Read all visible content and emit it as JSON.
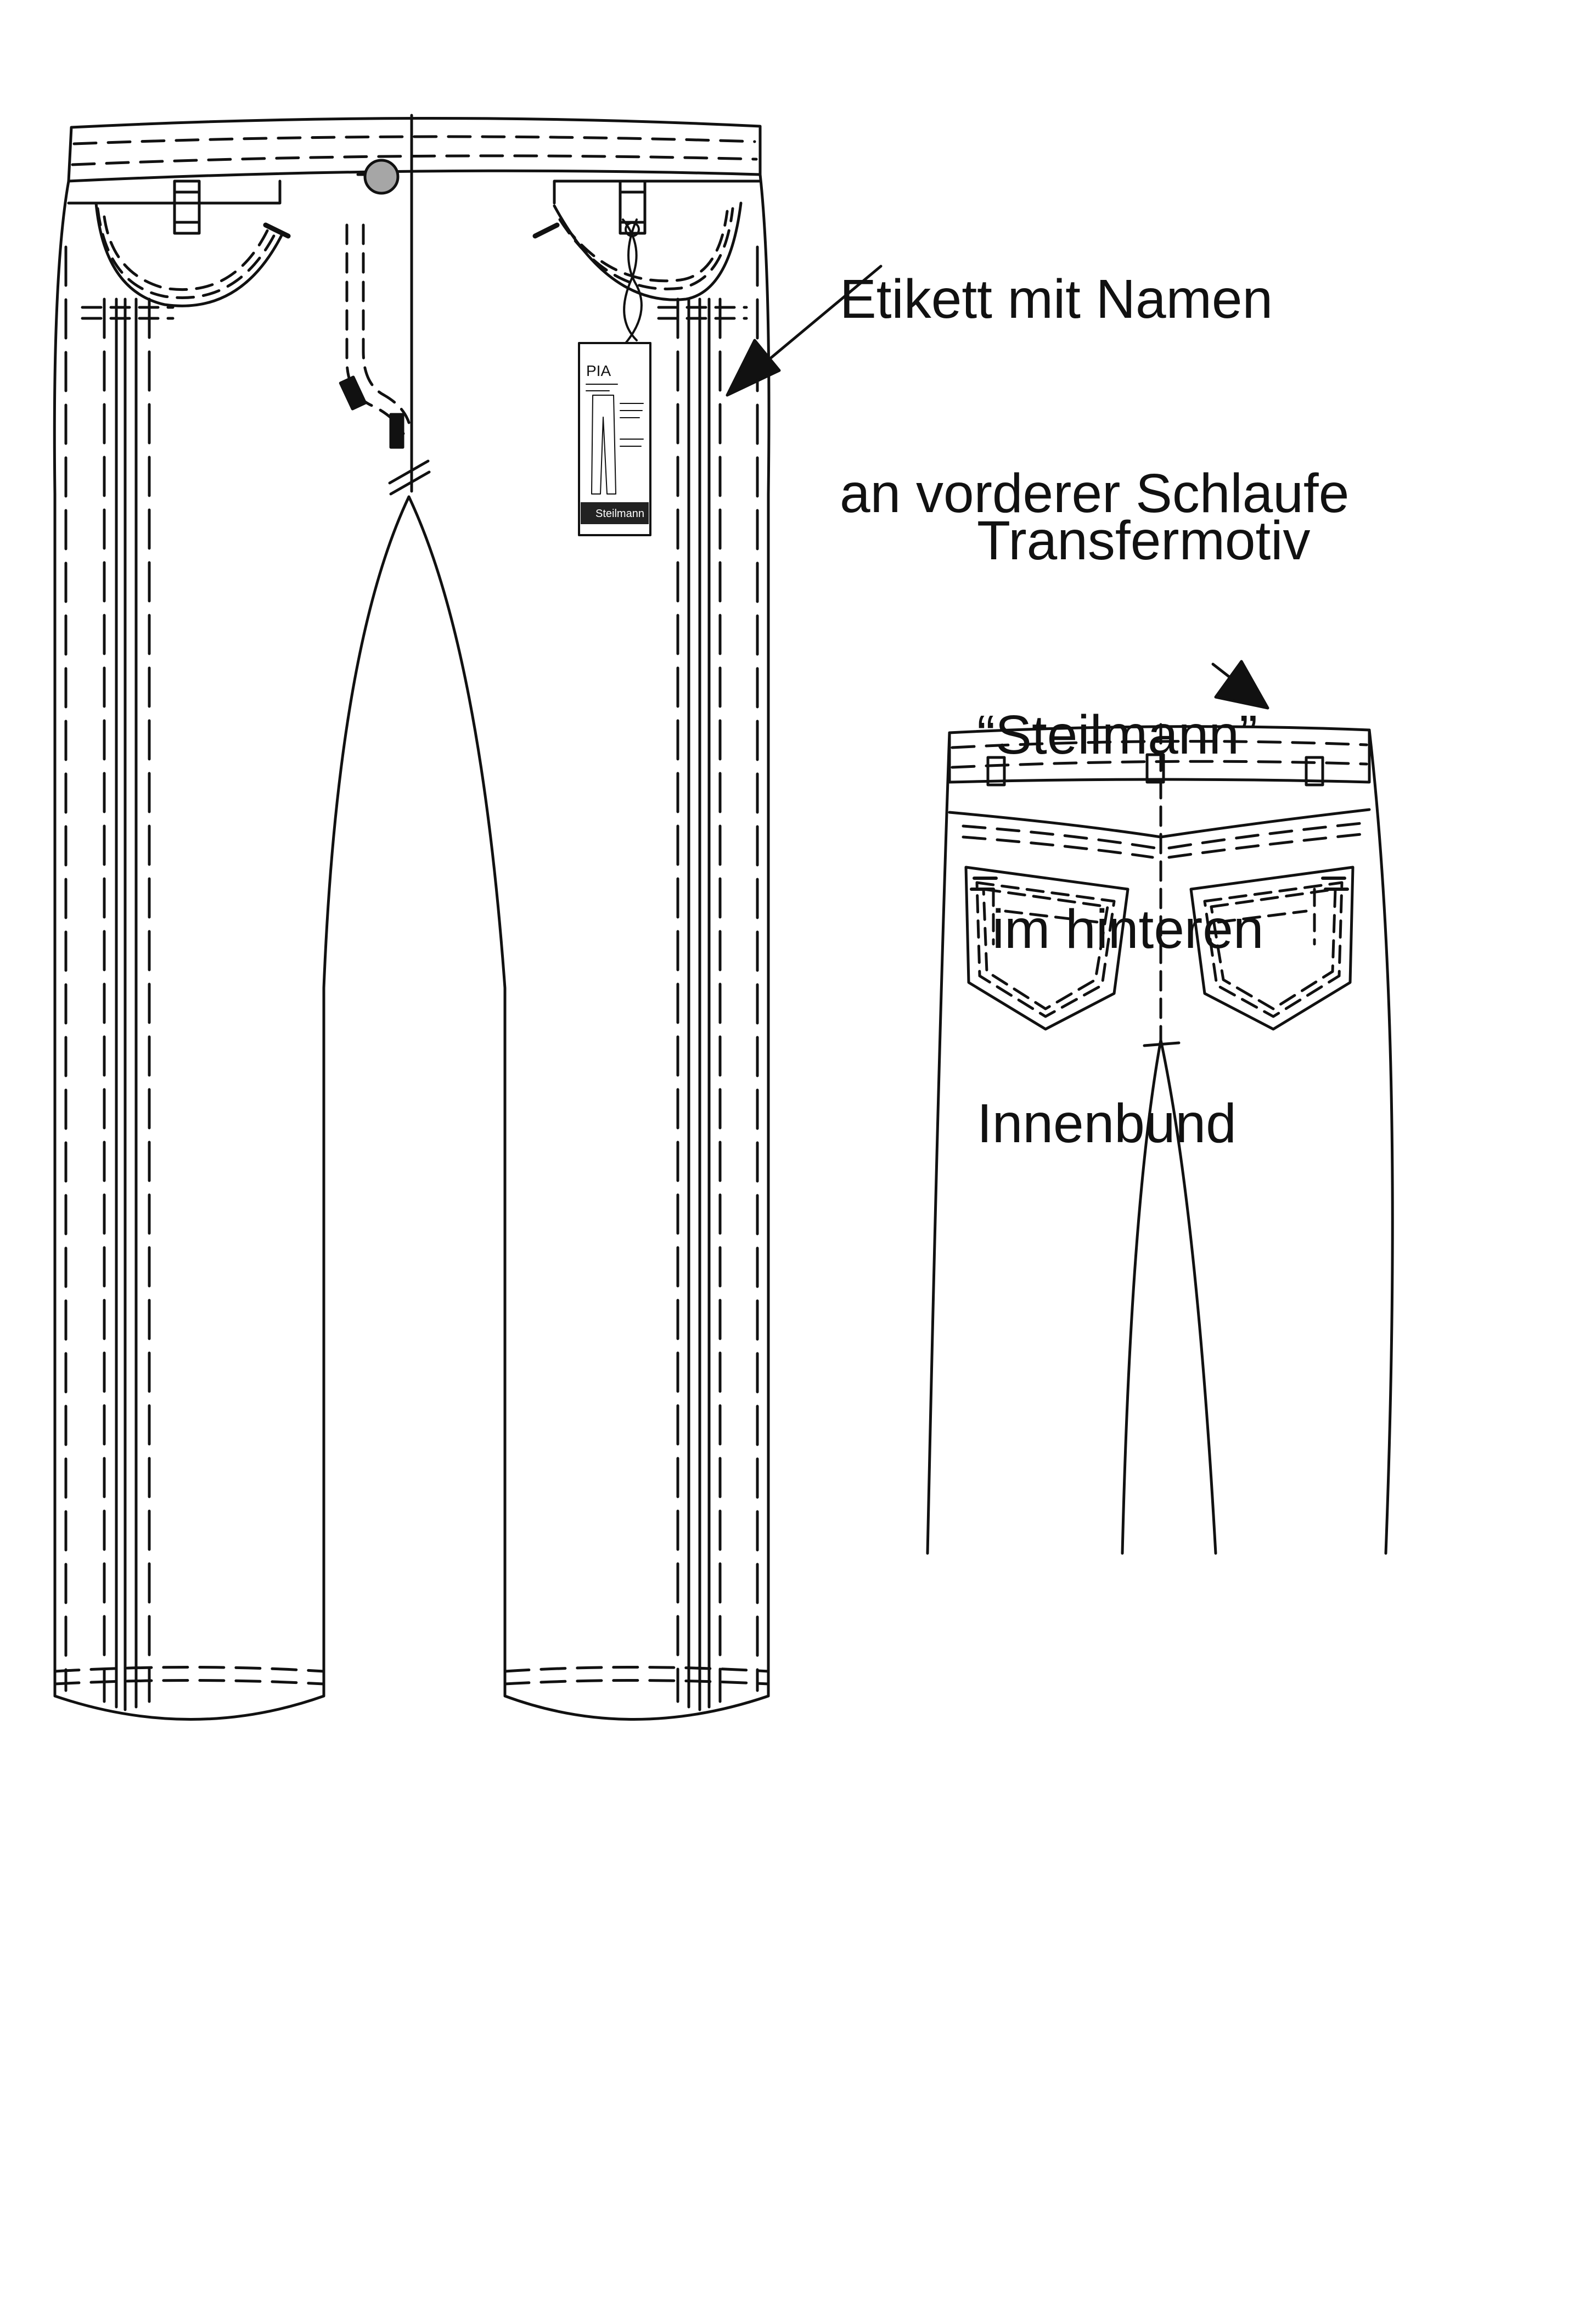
{
  "annotations": {
    "label_note": {
      "line1": "Etikett mit Namen",
      "line2": "an vorderer Schlaufe"
    },
    "transfer_note": {
      "line1": "Transfermotiv",
      "line2": "“Steilmann”",
      "line3": " im hinteren",
      "line4": "Innenbund"
    }
  },
  "hang_tag": {
    "name": "PIA",
    "brand": "Steilmann"
  },
  "colors": {
    "ink": "#111111",
    "button": "#a6a6a6",
    "tag_band": "#222222",
    "paper": "#ffffff"
  }
}
